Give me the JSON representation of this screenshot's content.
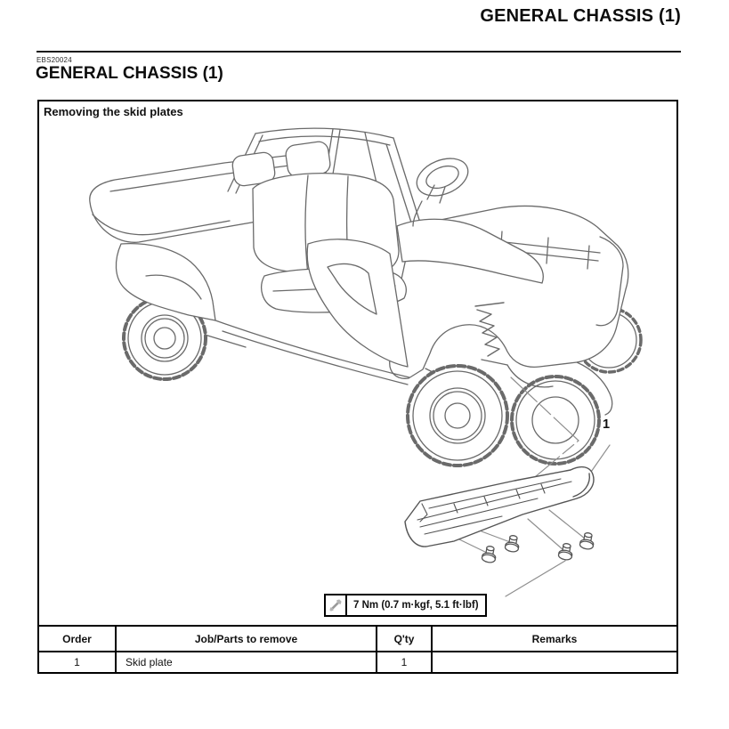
{
  "page": {
    "running_header": "GENERAL CHASSIS (1)",
    "doc_code": "EBS20024",
    "section_title": "GENERAL CHASSIS (1)"
  },
  "figure": {
    "caption": "Removing the skid plates",
    "callout_number": "1",
    "torque_icon": "torque-wrench-icon",
    "torque_label": "7 Nm (0.7 m·kgf, 5.1 ft·lbf)"
  },
  "parts_table": {
    "headers": [
      "Order",
      "Job/Parts to remove",
      "Q'ty",
      "Remarks"
    ],
    "rows": [
      {
        "order": "1",
        "job": "Skid plate",
        "qty": "1",
        "remarks": ""
      }
    ]
  },
  "colors": {
    "line_art": "#6a6a6a",
    "plate_line": "#555555",
    "leader_line": "#8f8f8f",
    "border": "#000000",
    "text": "#111111"
  }
}
